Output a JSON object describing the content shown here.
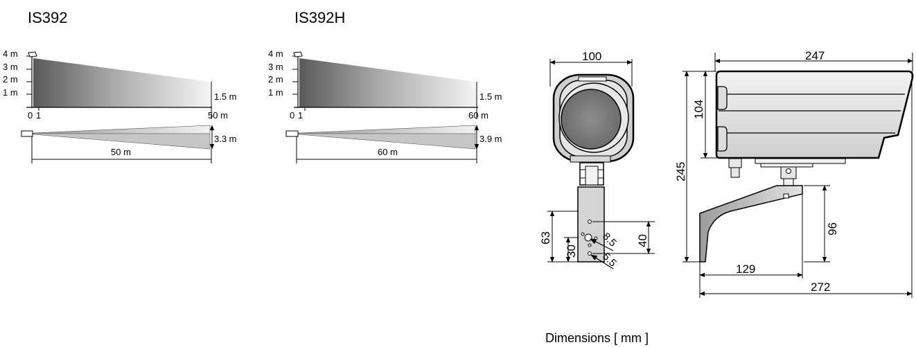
{
  "models": [
    {
      "name": "IS392",
      "height_ticks": [
        "4 m",
        "3 m",
        "2 m",
        "1 m"
      ],
      "x_start": "0",
      "x_one": "1",
      "range": "50 m",
      "beam_height": "1.5 m",
      "beam_width": "3.3 m",
      "top_length": "50 m"
    },
    {
      "name": "IS392H",
      "height_ticks": [
        "4 m",
        "3 m",
        "2 m",
        "1 m"
      ],
      "x_start": "0",
      "x_one": "1",
      "range": "60 m",
      "beam_height": "1.5 m",
      "beam_width": "3.9 m",
      "top_length": "60 m"
    }
  ],
  "dimensions": {
    "front_width": "100",
    "bracket_height": "63",
    "bracket_lower": "30",
    "hole_spacing": "40",
    "hole_large": "8.5",
    "hole_small": "5.5",
    "side_length": "247",
    "housing_height": "104",
    "total_height": "245",
    "arm_height": "96",
    "arm_length": "129",
    "total_length": "272"
  },
  "caption": "Dimensions [ mm ]"
}
